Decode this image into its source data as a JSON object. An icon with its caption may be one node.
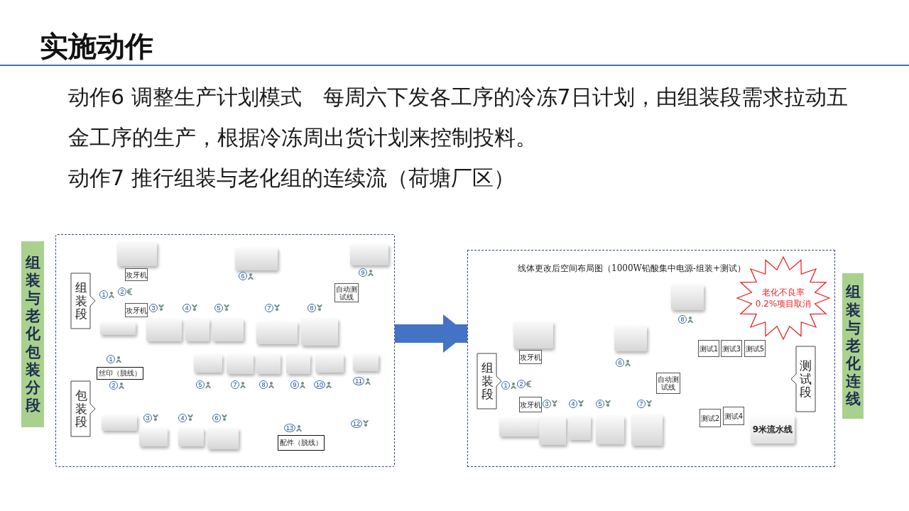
{
  "diagram": {
    "title": "实施动作",
    "nodes": [
      {
        "text": [
          "组装与老化包装分段"
        ]
      },
      {
        "text": [],
        "shape": "box"
      },
      {
        "text": [
          "组装段"
        ],
        "in": 1
      },
      {
        "text": [],
        "shape": "box",
        "in": 1
      },
      {
        "text": [
          "攻牙机"
        ],
        "in": 1
      },
      {
        "text": [],
        "shape": "box",
        "in": 1
      },
      {
        "text": [],
        "shape": "box",
        "in": 1
      },
      {
        "text": [
          "攻牙机"
        ],
        "in": 1
      },
      {
        "text": [
          "自动测试线"
        ],
        "in": 1
      },
      {
        "text": [],
        "shape": "box",
        "in": 1
      },
      {
        "text": [],
        "shape": "box",
        "in": 1
      },
      {
        "text": [],
        "shape": "box",
        "in": 1
      },
      {
        "text": [],
        "shape": "box",
        "in": 1
      },
      {
        "text": [],
        "shape": "box",
        "in": 1
      },
      {
        "text": [],
        "shape": "box",
        "in": 1
      },
      {
        "text": [
          "包装段"
        ],
        "in": 1
      },
      {
        "text": [],
        "shape": "box",
        "in": 1
      },
      {
        "text": [],
        "shape": "box",
        "in": 1
      },
      {
        "text": [],
        "shape": "box",
        "in": 1
      },
      {
        "text": [],
        "shape": "box",
        "in": 1
      },
      {
        "text": [],
        "shape": "box",
        "in": 1
      },
      {
        "text": [],
        "shape": "box",
        "in": 1
      },
      {
        "text": [
          "丝印（脱线）"
        ],
        "in": 1
      },
      {
        "text": [],
        "shape": "box",
        "in": 1
      },
      {
        "text": [],
        "shape": "box",
        "in": 1
      },
      {
        "text": [],
        "shape": "box",
        "in": 1
      },
      {
        "text": [],
        "shape": "box",
        "in": 1
      },
      {
        "text": [
          "配件（脱线）"
        ],
        "in": 1
      },
      {
        "text": [
          "线体更改后空间布局图（1000W铅酸集中电源-组装+测试）"
        ]
      },
      {
        "text": [
          "老化不良率0.2%项目取消"
        ],
        "in": 28
      },
      {
        "text": [],
        "shape": "box",
        "in": 28
      },
      {
        "text": [],
        "shape": "box",
        "in": 28
      },
      {
        "text": [],
        "shape": "box",
        "in": 28
      },
      {
        "text": [
          "测试1"
        ],
        "in": 28
      },
      {
        "text": [
          "测试3"
        ],
        "in": 28
      },
      {
        "text": [
          "测试5"
        ],
        "in": 28
      },
      {
        "text": [
          "测试段"
        ],
        "in": 28
      },
      {
        "text": [
          "组装段"
        ],
        "in": 28
      },
      {
        "text": [
          "攻牙机"
        ],
        "in": 28
      },
      {
        "text": [
          "自动测试线"
        ],
        "in": 28
      },
      {
        "text": [
          "攻牙机"
        ],
        "in": 28
      },
      {
        "text": [
          "测试2"
        ],
        "in": 28
      },
      {
        "text": [
          "测试4"
        ],
        "in": 28
      },
      {
        "text": [],
        "shape": "box",
        "in": 28
      },
      {
        "text": [],
        "shape": "box",
        "in": 28
      },
      {
        "text": [],
        "shape": "box",
        "in": 28
      },
      {
        "text": [],
        "shape": "box",
        "in": 28
      },
      {
        "text": [],
        "shape": "box",
        "in": 28
      },
      {
        "text": [
          "9米流水线"
        ],
        "in": 28
      },
      {
        "text": [
          "组装与老化连线"
        ]
      }
    ],
    "edges": [
      {
        "from": 1,
        "to": 28,
        "arrow": "to"
      }
    ],
    "labels": [
      "动作6 调整生产计划模式　每周六下发各工序的冷冻7日计划，由组装段需求拉动五金工序的生产，根据冷冻周出货计划来控制投料。",
      "动作7 推行组装与老化组的连续流（荷塘厂区）",
      "1",
      "2",
      "3",
      "4",
      "5",
      "6",
      "7",
      "8",
      "9",
      "1",
      "2",
      "3",
      "4",
      "5",
      "6",
      "7",
      "8",
      "9",
      "10",
      "11",
      "12",
      "13",
      "1",
      "2",
      "3",
      "4",
      "5",
      "6",
      "7",
      "8"
    ]
  }
}
